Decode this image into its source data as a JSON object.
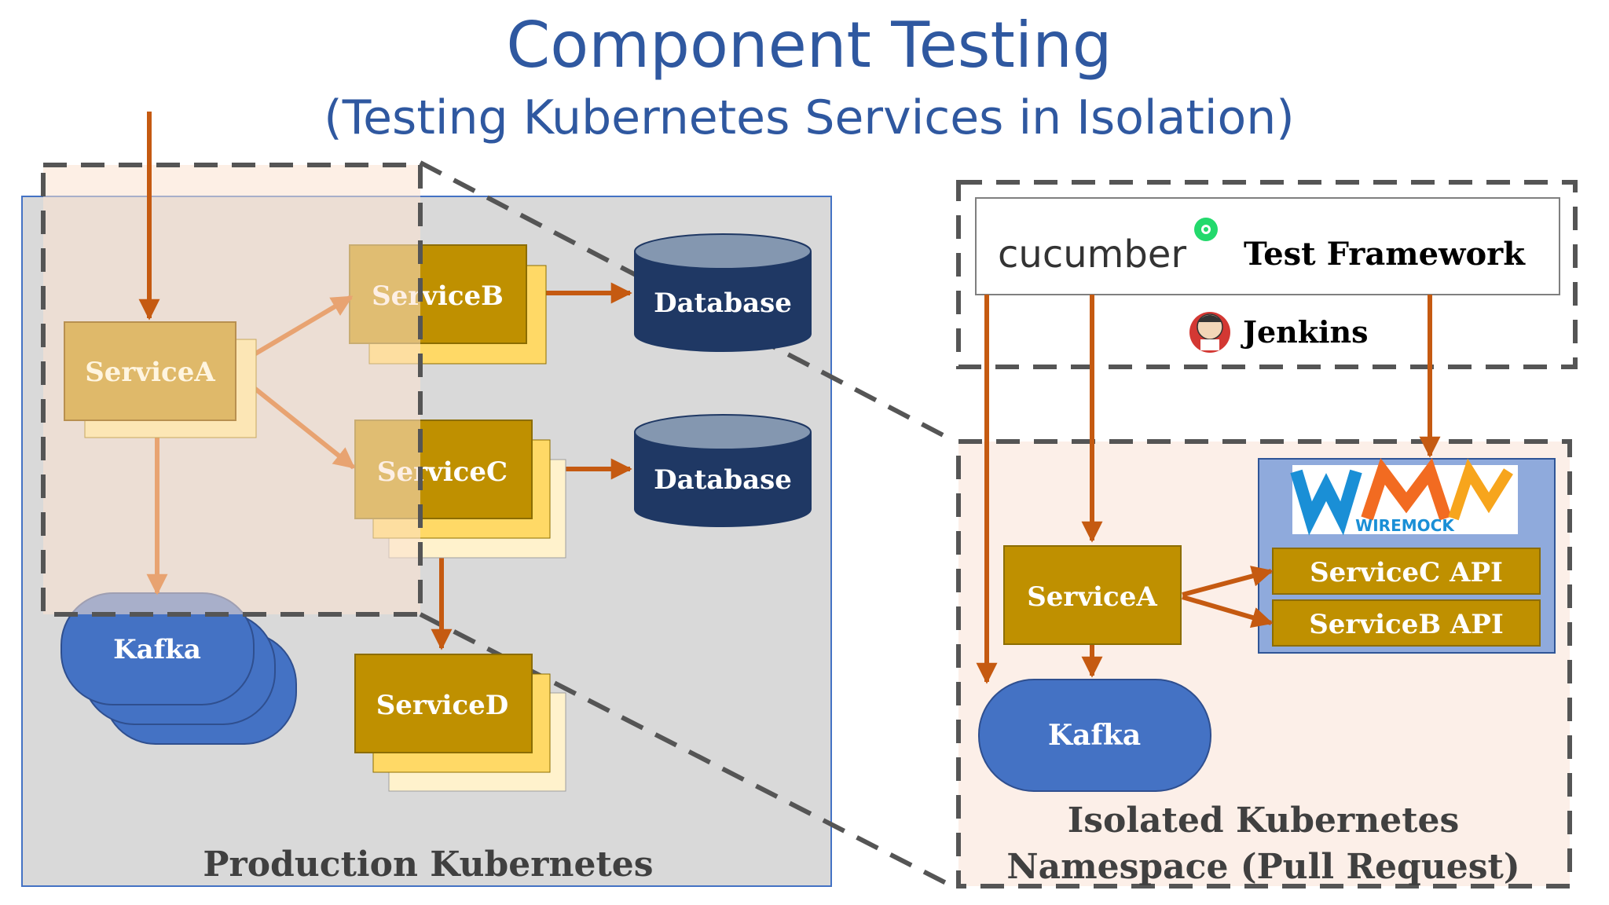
{
  "title": "Component Testing",
  "subtitle": "(Testing Kubernetes Services in Isolation)",
  "production": {
    "label": "Production Kubernetes",
    "service_a": "ServiceA",
    "service_b": "ServiceB",
    "service_c": "ServiceC",
    "service_d": "ServiceD",
    "database_1": "Database",
    "database_2": "Database",
    "kafka": "Kafka"
  },
  "test_framework": {
    "cucumber": "cucumber",
    "label": "Test Framework",
    "jenkins": "Jenkins"
  },
  "isolated": {
    "label_line1": "Isolated Kubernetes",
    "label_line2": "Namespace (Pull Request)",
    "service_a": "ServiceA",
    "kafka": "Kafka",
    "wiremock_logo": "WIREMOCK",
    "service_c_api": "ServiceC API",
    "service_b_api": "ServiceB API"
  },
  "colors": {
    "title": "#2f58a0",
    "service_fill": "#bf9000",
    "service_shadow_1": "#ffd966",
    "service_shadow_2": "#fff2cc",
    "database_fill": "#1f3864",
    "kafka_fill": "#4472c4",
    "arrow": "#c55a11",
    "production_bg": "#d9d9d9",
    "isolated_bg": "#fcefe8",
    "wiremock_panel": "#8faadc"
  },
  "icons": [
    "cucumber-icon",
    "jenkins-icon",
    "wiremock-logo"
  ]
}
